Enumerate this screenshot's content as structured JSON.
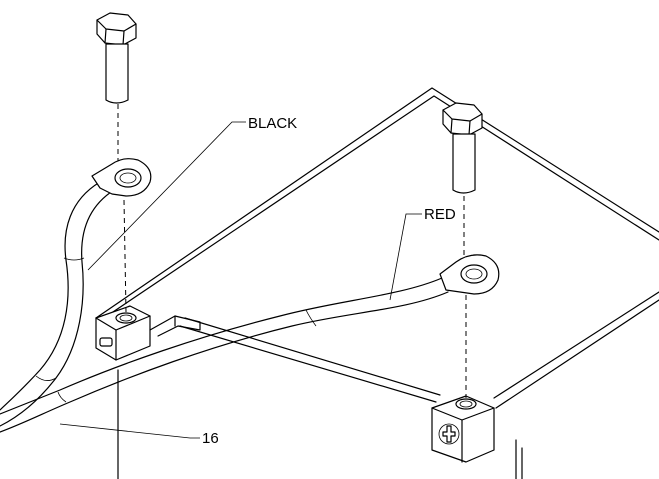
{
  "labels": {
    "black_wire": "BLACK",
    "red_wire": "RED",
    "part_number": "16"
  }
}
